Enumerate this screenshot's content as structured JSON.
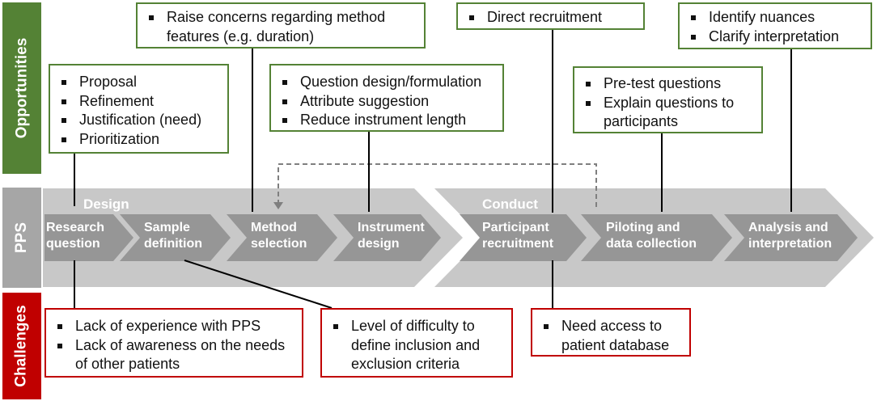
{
  "side_labels": {
    "opportunities": "Opportunities",
    "pps": "PPS",
    "challenges": "Challenges"
  },
  "phases": {
    "design": "Design",
    "conduct": "Conduct"
  },
  "steps": [
    {
      "line1": "Research",
      "line2": "question"
    },
    {
      "line1": "Sample",
      "line2": "definition"
    },
    {
      "line1": "Method",
      "line2": "selection"
    },
    {
      "line1": "Instrument",
      "line2": "design"
    },
    {
      "line1": "Participant",
      "line2": "recruitment"
    },
    {
      "line1": "Piloting and",
      "line2": "data collection"
    },
    {
      "line1": "Analysis and",
      "line2": "interpretation"
    }
  ],
  "opportunities": [
    {
      "items": [
        "Proposal",
        "Refinement",
        "Justification (need)",
        "Prioritization"
      ]
    },
    {
      "items": [
        "Raise concerns regarding method features (e.g. duration)"
      ]
    },
    {
      "items": [
        "Question design/formulation",
        "Attribute suggestion",
        "Reduce instrument length"
      ]
    },
    {
      "items": [
        "Direct recruitment"
      ]
    },
    {
      "items": [
        "Pre-test questions",
        "Explain questions to participants"
      ]
    },
    {
      "items": [
        "Identify nuances",
        "Clarify interpretation"
      ]
    }
  ],
  "challenges": [
    {
      "items": [
        "Lack of experience with PPS",
        "Lack of awareness on the needs of other patients"
      ]
    },
    {
      "items": [
        "Level of difficulty to define inclusion and exclusion criteria"
      ]
    },
    {
      "items": [
        "Need access to patient database"
      ]
    }
  ],
  "colors": {
    "opportunity": "#548235",
    "pps": "#a6a6a6",
    "challenge": "#c00000",
    "chevron_outer": "#c8c8c8",
    "chevron_inner": "#969696"
  }
}
